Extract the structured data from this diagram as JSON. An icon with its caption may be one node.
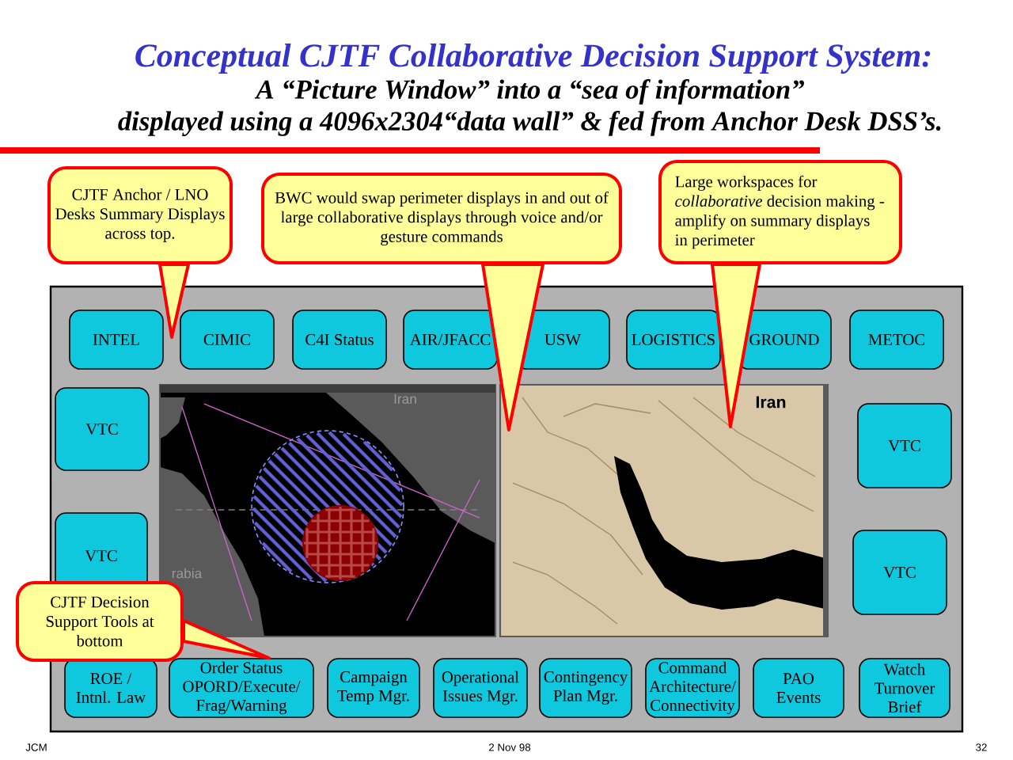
{
  "diagram": {
    "title": "Conceptual CJTF Collaborative Decision Support System:",
    "nodes": [
      {
        "text": [
          "CJTF Anchor / LNO Desks Summary Displays across top."
        ]
      },
      {
        "text": [
          "BWC would swap perimeter displays in and out of large collaborative displays through voice and/or gesture commands"
        ]
      },
      {
        "text": [
          "Large workspaces for *collaborative* decision making - amplify on summary displays in perimeter"
        ]
      },
      {
        "text": [],
        "shape": "box"
      },
      {
        "text": [
          "INTEL"
        ],
        "in": 3
      },
      {
        "text": [
          "CIMIC"
        ],
        "in": 3
      },
      {
        "text": [
          "C4I Status"
        ],
        "in": 3
      },
      {
        "text": [
          "AIR/JFACC"
        ],
        "in": 3
      },
      {
        "text": [
          "USW"
        ],
        "in": 3
      },
      {
        "text": [
          "LOGISTICS"
        ],
        "in": 3
      },
      {
        "text": [
          "GROUND"
        ],
        "in": 3
      },
      {
        "text": [
          "METOC"
        ],
        "in": 3
      },
      {
        "text": [
          "VTC"
        ],
        "in": 3
      },
      {
        "text": [],
        "shape": "picture",
        "in": 3
      },
      {
        "text": [],
        "shape": "picture",
        "in": 3
      },
      {
        "text": [
          "VTC"
        ],
        "in": 3
      },
      {
        "text": [
          "VTC"
        ],
        "in": 3
      },
      {
        "text": [
          "VTC"
        ],
        "in": 3
      },
      {
        "text": [
          "CJTF Decision Support Tools at bottom"
        ]
      },
      {
        "text": [
          "ROE / Intnl. Law"
        ],
        "in": 3
      },
      {
        "text": [
          "Order Status OPORD/Execute/ Frag/Warning"
        ],
        "in": 3
      },
      {
        "text": [
          "Campaign Temp Mgr."
        ],
        "in": 3
      },
      {
        "text": [
          "Operational Issues Mgr."
        ],
        "in": 3
      },
      {
        "text": [
          "Contingency Plan Mgr."
        ],
        "in": 3
      },
      {
        "text": [
          "Command Architecture/ Connectivity"
        ],
        "in": 3
      },
      {
        "text": [
          "PAO Events"
        ],
        "in": 3
      },
      {
        "text": [
          "Watch Turnover Brief"
        ],
        "in": 3
      }
    ],
    "edges": [
      {
        "from": 0,
        "to": null,
        "arrow": "to"
      },
      {
        "from": 1,
        "to": 14,
        "arrow": "to"
      },
      {
        "from": 2,
        "to": 14,
        "arrow": "to"
      },
      {
        "from": 18,
        "to": 20,
        "arrow": "to"
      }
    ],
    "labels": [
      "A “Picture Window” into a “sea of information”",
      "displayed using a 4096x2304“data wall” & fed from Anchor Desk DSS’s.",
      "Iran",
      "Iran",
      "rabia",
      "JCM",
      "2 Nov 98",
      "32"
    ]
  }
}
